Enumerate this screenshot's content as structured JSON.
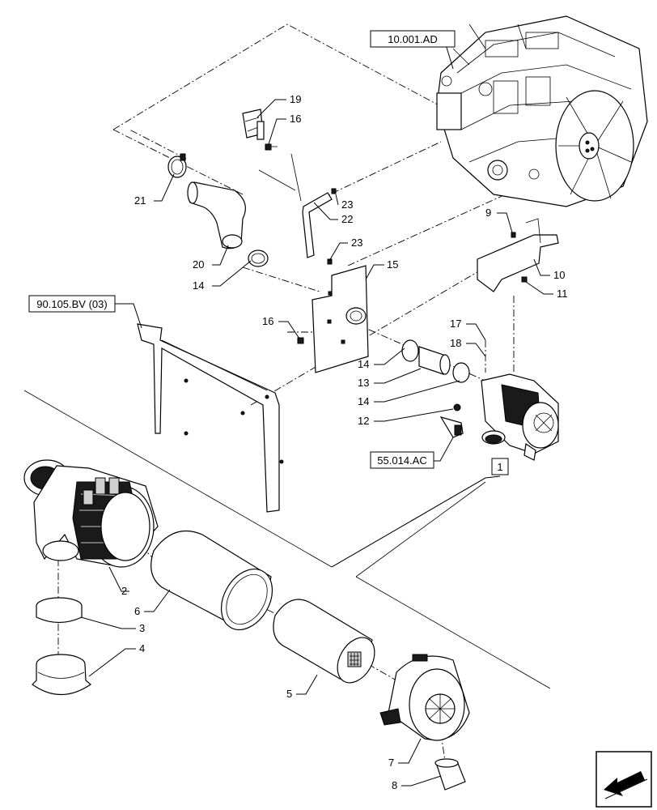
{
  "references": [
    {
      "id": "ref-engine",
      "text": "10.001.AD"
    },
    {
      "id": "ref-frame",
      "text": "90.105.BV (03)"
    },
    {
      "id": "ref-sensor",
      "text": "55.014.AC"
    },
    {
      "id": "ref-assembly",
      "text": "1"
    }
  ],
  "callouts": {
    "c19": "19",
    "c16a": "16",
    "c21": "21",
    "c22": "22",
    "c23a": "23",
    "c23b": "23",
    "c20": "20",
    "c14a": "14",
    "c15": "15",
    "c9": "9",
    "c10": "10",
    "c11": "11",
    "c16b": "16",
    "c17": "17",
    "c18": "18",
    "c14b": "14",
    "c13": "13",
    "c14c": "14",
    "c12": "12",
    "c2": "2",
    "c6": "6",
    "c3": "3",
    "c4": "4",
    "c5": "5",
    "c7": "7",
    "c8": "8"
  },
  "icons": {
    "nav": "arrow-left-icon"
  }
}
